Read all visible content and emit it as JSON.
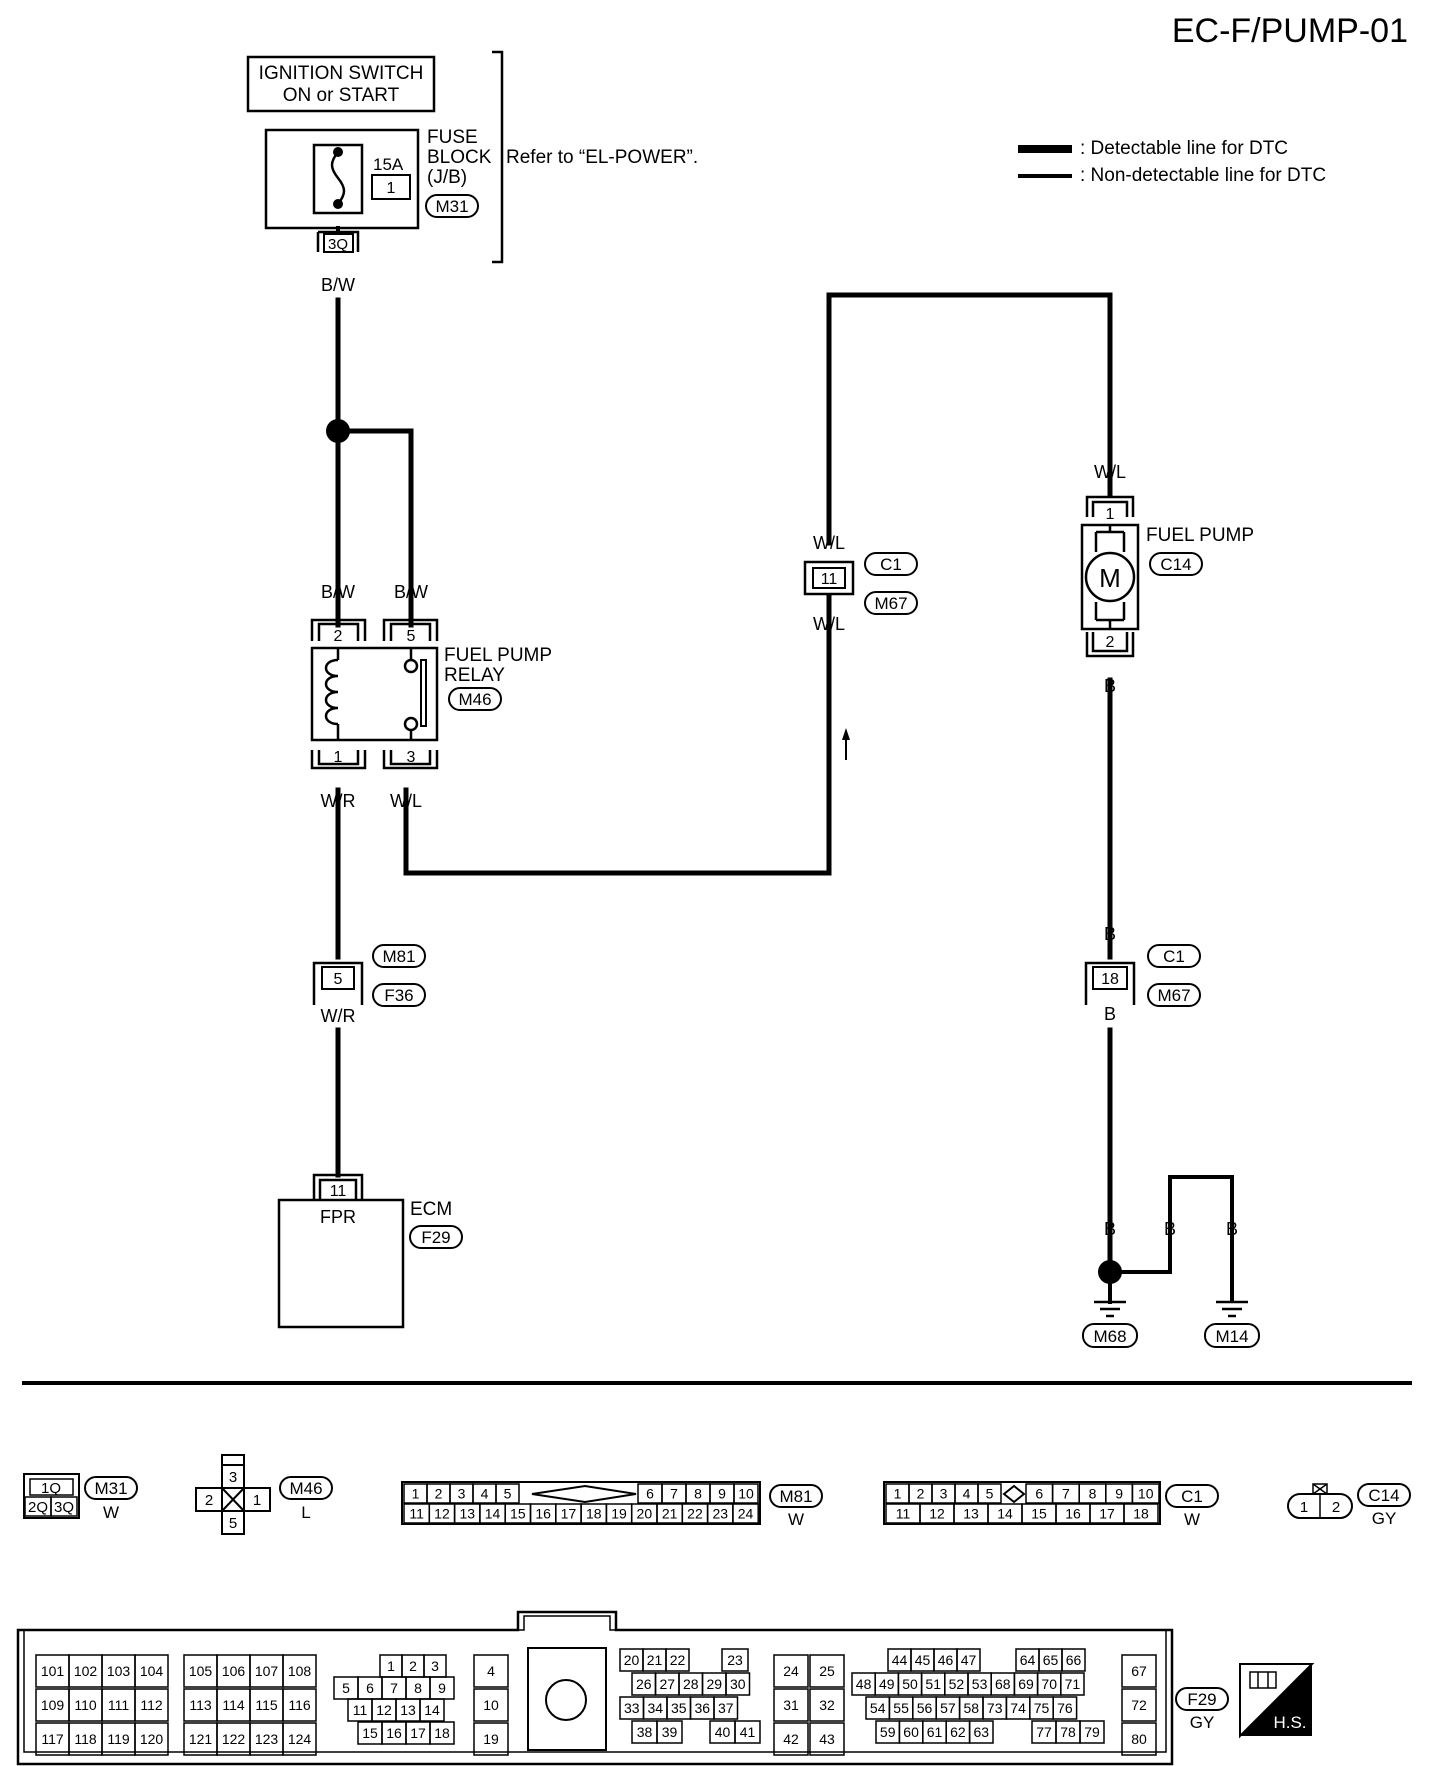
{
  "page_code": "EC-F/PUMP-01",
  "legend": {
    "detectable": ": Detectable line for DTC",
    "non_detectable": ": Non-detectable line for DTC"
  },
  "ignition": {
    "line1": "IGNITION SWITCH",
    "line2": "ON or START"
  },
  "fuse_block": {
    "line1": "FUSE",
    "line2": "BLOCK",
    "line3": "(J/B)",
    "rating": "15A",
    "fuse_no": "1",
    "connector": "M31",
    "terminal": "3Q",
    "refer": "Refer to “EL-POWER”."
  },
  "relay": {
    "line1": "FUEL PUMP",
    "line2": "RELAY",
    "connector": "M46",
    "t2": "2",
    "t5": "5",
    "t1": "1",
    "t3": "3"
  },
  "fuel_pump": {
    "label": "FUEL PUMP",
    "connector": "C14",
    "motor": "M",
    "t1": "1",
    "t2": "2"
  },
  "joint_c1_m67_11": {
    "pin": "11",
    "top": "C1",
    "bottom": "M67"
  },
  "joint_c1_m67_18": {
    "pin": "18",
    "top": "C1",
    "bottom": "M67"
  },
  "joint_m81_f36": {
    "pin": "5",
    "top": "M81",
    "bottom": "F36"
  },
  "ecm": {
    "label": "ECM",
    "connector": "F29",
    "pin": "11",
    "pin_name": "FPR"
  },
  "grounds": {
    "g1": "M68",
    "g2": "M14"
  },
  "wires": {
    "bw_fuse": "B/W",
    "bw_relay2": "B/W",
    "bw_relay5": "B/W",
    "wr_relay1": "W/R",
    "wl_relay3": "W/L",
    "wr_joint_bottom": "W/R",
    "wl_joint_top": "W/L",
    "wl_joint_bottom": "W/L",
    "wl_pump": "W/L",
    "b_pump": "B",
    "b_joint_top": "B",
    "b_joint_bottom": "B",
    "b_g1": "B",
    "b_g2": "B",
    "b_g3": "B"
  },
  "connectors": {
    "m31": {
      "id": "M31",
      "color": "W",
      "pins_top": [
        "1Q"
      ],
      "pins_bottom": [
        "2Q",
        "3Q"
      ]
    },
    "m46": {
      "id": "M46",
      "color": "L",
      "p3": "3",
      "p2": "2",
      "p1": "1",
      "p5": "5"
    },
    "m81": {
      "id": "M81",
      "color": "W",
      "top_left": [
        "1",
        "2",
        "3",
        "4",
        "5"
      ],
      "top_right": [
        "6",
        "7",
        "8",
        "9",
        "10"
      ],
      "bottom": [
        "11",
        "12",
        "13",
        "14",
        "15",
        "16",
        "17",
        "18",
        "19",
        "20",
        "21",
        "22",
        "23",
        "24"
      ]
    },
    "c1": {
      "id": "C1",
      "color": "W",
      "top_left": [
        "1",
        "2",
        "3",
        "4",
        "5"
      ],
      "top_right": [
        "6",
        "7",
        "8",
        "9",
        "10"
      ],
      "bottom": [
        "11",
        "12",
        "13",
        "14",
        "15",
        "16",
        "17",
        "18"
      ]
    },
    "c14": {
      "id": "C14",
      "color": "GY",
      "pins": [
        "1",
        "2"
      ]
    },
    "f29": {
      "id": "F29",
      "color": "GY",
      "hs_label": "H.S.",
      "b1_r1": [
        "101",
        "102",
        "103",
        "104"
      ],
      "b1_r2": [
        "109",
        "110",
        "111",
        "112"
      ],
      "b1_r3": [
        "117",
        "118",
        "119",
        "120"
      ],
      "b2_r1": [
        "105",
        "106",
        "107",
        "108"
      ],
      "b2_r2": [
        "113",
        "114",
        "115",
        "116"
      ],
      "b2_r3": [
        "121",
        "122",
        "123",
        "124"
      ],
      "b3_r1": [
        "1",
        "2",
        "3"
      ],
      "b3_r2": [
        "5",
        "6",
        "7",
        "8",
        "9"
      ],
      "b3_r3": [
        "11",
        "12",
        "13",
        "14"
      ],
      "b3_r4": [
        "15",
        "16",
        "17",
        "18"
      ],
      "b4": [
        "4",
        "10",
        "19"
      ],
      "b5_r1a": [
        "20",
        "21",
        "22"
      ],
      "b5_r1b": [
        "23"
      ],
      "b5_r2": [
        "26",
        "27",
        "28",
        "29",
        "30"
      ],
      "b5_r3": [
        "33",
        "34",
        "35",
        "36",
        "37"
      ],
      "b5_r4a": [
        "38",
        "39"
      ],
      "b5_r4b": [
        "40",
        "41"
      ],
      "b6": [
        "24",
        "25",
        "31",
        "32",
        "42",
        "43"
      ],
      "b7_r1a": [
        "44",
        "45",
        "46",
        "47"
      ],
      "b7_r1b": [
        "64",
        "65",
        "66"
      ],
      "b7_r2": [
        "48",
        "49",
        "50",
        "51",
        "52",
        "53",
        "68",
        "69",
        "70",
        "71"
      ],
      "b7_r3": [
        "54",
        "55",
        "56",
        "57",
        "58",
        "73",
        "74",
        "75",
        "76"
      ],
      "b7_r4a": [
        "59",
        "60",
        "61",
        "62",
        "63"
      ],
      "b7_r4b": [
        "77",
        "78",
        "79"
      ],
      "b8": [
        "67",
        "72",
        "80"
      ]
    }
  }
}
